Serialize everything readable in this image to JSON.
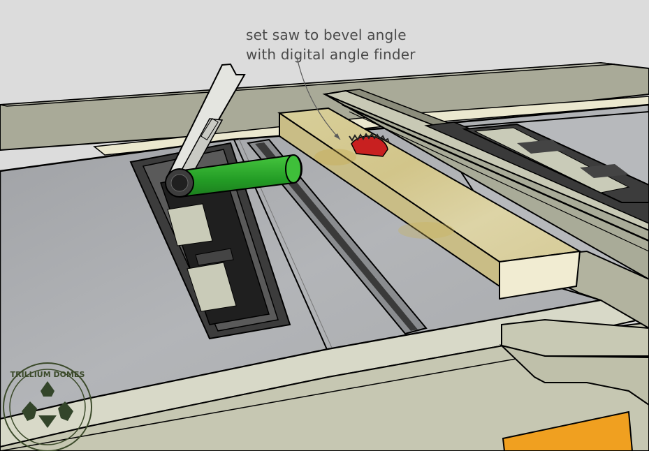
{
  "annotation": {
    "line1": "set saw to bevel angle",
    "line2": "with digital angle finder"
  },
  "logo": {
    "text": "TRILLIUM DOMES"
  },
  "colors": {
    "background": "#dcdcdc",
    "table_top": "#a9abae",
    "fence_rail": "#a7a896",
    "wood_board": "#d9d0a0",
    "angle_finder": "#2ea82f",
    "saw_blade": "#c82020",
    "saw_stand": "#f0a020",
    "logo": "#3b4a2a"
  },
  "icons": [
    "saw-blade-icon",
    "trillium-logo-icon",
    "angle-finder-icon"
  ]
}
